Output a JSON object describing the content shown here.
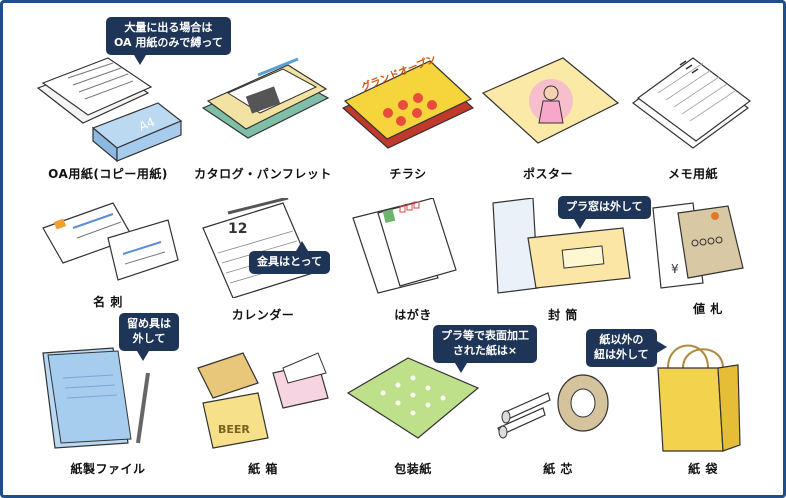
{
  "colors": {
    "border": "#1f4e8c",
    "bubble": "#1f3557",
    "accent_blue": "#9cc3e6",
    "accent_yellow": "#f3d24e",
    "accent_green": "#bfe08a"
  },
  "items": [
    {
      "label": "OA用紙(コピー用紙)",
      "icon": "copy-paper-icon"
    },
    {
      "label": "カタログ・パンフレット",
      "icon": "catalog-icon"
    },
    {
      "label": "チラシ",
      "icon": "flyer-icon",
      "flyer_title": "グランドオープン"
    },
    {
      "label": "ポスター",
      "icon": "poster-icon"
    },
    {
      "label": "メモ用紙",
      "icon": "memo-pad-icon"
    },
    {
      "label": "名 刺",
      "icon": "business-card-icon"
    },
    {
      "label": "カレンダー",
      "icon": "calendar-icon",
      "calendar_month": "12"
    },
    {
      "label": "はがき",
      "icon": "postcard-icon"
    },
    {
      "label": "封 筒",
      "icon": "envelope-icon"
    },
    {
      "label": "値 札",
      "icon": "price-tag-icon",
      "price_mark": "¥"
    },
    {
      "label": "紙製ファイル",
      "icon": "paper-file-icon"
    },
    {
      "label": "紙 箱",
      "icon": "paper-box-icon",
      "box_text": "BEER"
    },
    {
      "label": "包装紙",
      "icon": "wrapping-paper-icon"
    },
    {
      "label": "紙 芯",
      "icon": "paper-core-icon"
    },
    {
      "label": "紙 袋",
      "icon": "paper-bag-icon"
    }
  ],
  "notes": {
    "oa_bundle": [
      "大量に出る場合は",
      "OA 用紙のみで縛って"
    ],
    "calendar_metal": [
      "金具はとって"
    ],
    "envelope_window": [
      "プラ窓は外して"
    ],
    "file_clip": [
      "留め具は",
      "外して"
    ],
    "wrapping_laminated": [
      "プラ等で表面加工",
      "された紙は×"
    ],
    "bag_handle": [
      "紙以外の",
      "紐は外して"
    ]
  }
}
